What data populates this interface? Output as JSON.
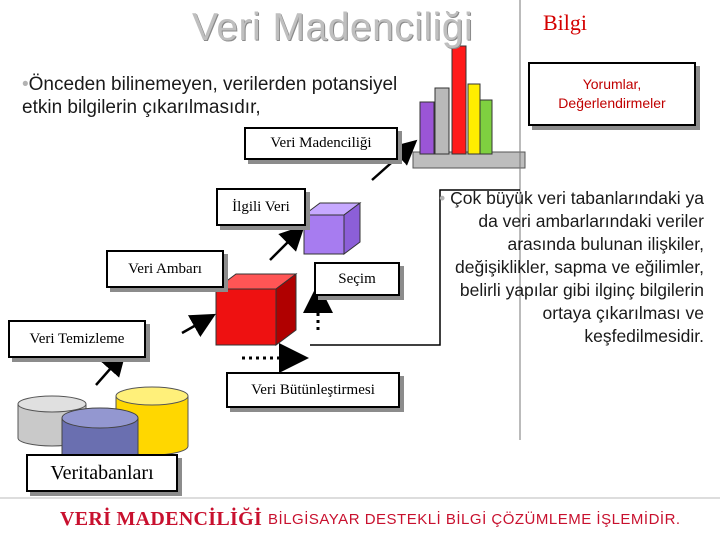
{
  "slide": {
    "title": "Veri Madenciliği",
    "intro_bullet": "•",
    "intro_text": "Önceden bilinemeyen, verilerden potansiyel etkin bilgilerin çıkarılmasıdır,",
    "diagram": {
      "bilgi_label": "Bilgi",
      "yorum_line1": "Yorumlar,",
      "yorum_line2": "Değerlendirmeler",
      "veri_madenciligi": "Veri Madenciliği",
      "ilgili_veri": "İlgili Veri",
      "veri_ambari": "Veri Ambarı",
      "secim": "Seçim",
      "veri_temizleme": "Veri Temizleme",
      "veri_butunlestirmesi": "Veri Bütünleştirmesi",
      "veritabanlari": "Veritabanları"
    },
    "right_bullet": "•",
    "right_text": "Çok büyük veri tabanlarındaki ya da veri ambarlarındaki veriler arasında bulunan ilişkiler, değişiklikler, sapma ve eğilimler, belirli yapılar gibi ilginç bilgilerin ortaya çıkarılması ve keşfedilmesidir.",
    "footer_part1": "VERİ MADENCİLİĞİ",
    "footer_part2": "BİLGİSAYAR DESTEKLİ BİLGİ ÇÖZÜMLEME İŞLEMİDİR."
  },
  "colors": {
    "title": "#bfbfbf",
    "accent_red": "#c8102e",
    "bar_red": "#ff1a1a",
    "bar_yellow": "#ffee00",
    "bar_green": "#7fd040",
    "bar_purple": "#9b55d6",
    "cube_red": "#ee1111",
    "cube_purple": "#a77cf0",
    "cylinder_yellow": "#ffd700",
    "cylinder_blue": "#6a6fb0"
  }
}
